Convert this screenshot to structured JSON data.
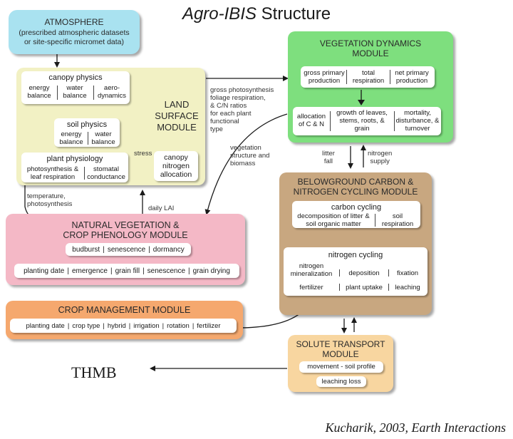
{
  "title": {
    "italic": "Agro-IBIS",
    "rest": "Structure"
  },
  "atmosphere": {
    "name": "ATMOSPHERE",
    "line1": "(prescribed atmospheric datasets",
    "line2": "or site-specific micromet data)"
  },
  "land_surface": {
    "title_lines": [
      "LAND",
      "SURFACE",
      "MODULE"
    ],
    "canopy": {
      "title": "canopy physics",
      "items": [
        "energy balance",
        "water balance",
        "aero-dynamics"
      ]
    },
    "soil": {
      "title": "soil physics",
      "items": [
        "energy balance",
        "water balance"
      ]
    },
    "plant": {
      "title": "plant physiology",
      "items": [
        "photosynthesis & leaf respiration",
        "stomatal conductance"
      ]
    },
    "canopy_n": "canopy nitrogen allocation",
    "stress": "stress"
  },
  "vegetation_dynamics": {
    "title_lines": [
      "VEGETATION DYNAMICS",
      "MODULE"
    ],
    "top": [
      "gross primary production",
      "total respiration",
      "net primary production"
    ],
    "bottom": [
      "allocation of C & N",
      "growth of leaves, stems, roots, & grain",
      "mortality, disturbance, & turnover"
    ]
  },
  "belowground": {
    "title_lines": [
      "BELOWGROUND CARBON &",
      "NITROGEN CYCLING MODULE"
    ],
    "carbon": {
      "title": "carbon cycling",
      "items": [
        "decomposition of litter & soil organic matter",
        "soil respiration"
      ]
    },
    "nitrogen": {
      "title": "nitrogen cycling",
      "row1": [
        "nitrogen mineralization",
        "deposition",
        "fixation"
      ],
      "row2": [
        "fertilizer",
        "plant uptake",
        "leaching"
      ]
    }
  },
  "natural_veg": {
    "title_lines": [
      "NATURAL VEGETATION &",
      "CROP PHENOLOGY MODULE"
    ],
    "row1": [
      "budburst",
      "senescence",
      "dormancy"
    ],
    "row2": [
      "planting date",
      "emergence",
      "grain fill",
      "senescence",
      "grain drying"
    ]
  },
  "crop_mgmt": {
    "title": "CROP MANAGEMENT MODULE",
    "items": [
      "planting date",
      "crop type",
      "hybrid",
      "irrigation",
      "rotation",
      "fertilizer"
    ]
  },
  "solute": {
    "title_lines": [
      "SOLUTE TRANSPORT",
      "MODULE"
    ],
    "items": [
      "movement - soil profile",
      "leaching loss"
    ]
  },
  "labels": {
    "gross": [
      "gross photosynthesis",
      "foliage respiration,",
      "& C/N ratios",
      "for each plant",
      "functional",
      "type"
    ],
    "veg_structure": [
      "vegetation",
      "structure and",
      "biomass"
    ],
    "temp": [
      "temperature,",
      "photosynthesis"
    ],
    "daily_lai": "daily LAI",
    "litter": [
      "litter",
      "fall"
    ],
    "nitrogen_supply": [
      "nitrogen",
      "supply"
    ]
  },
  "thmb": "THMB",
  "citation": "Kucharik, 2003, Earth Interactions",
  "colors": {
    "atmosphere": "#a9e2f0",
    "land": "#f2f1c4",
    "vegetation": "#7edf7e",
    "belowground": "#c8a780",
    "natural": "#f4b8c6",
    "crop": "#f5a86e",
    "solute": "#f8d6a0"
  }
}
